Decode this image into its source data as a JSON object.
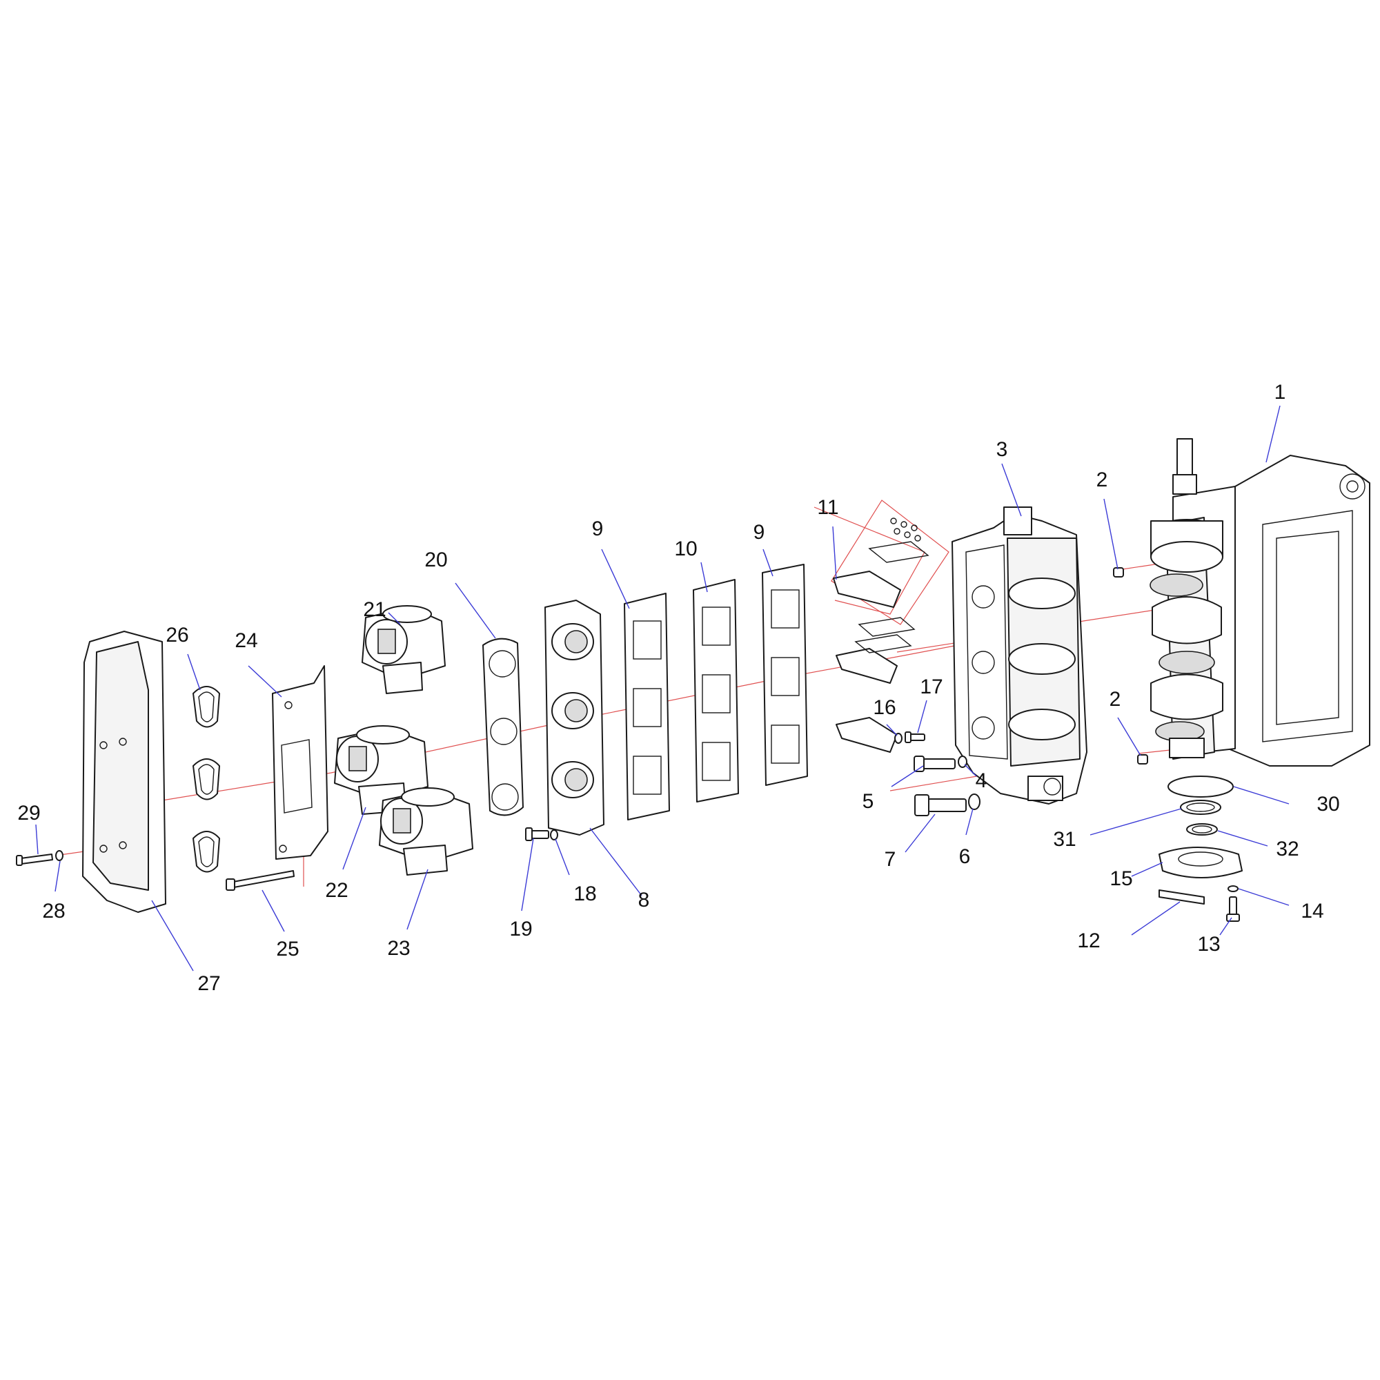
{
  "callouts": [
    {
      "id": "c1",
      "label": "1"
    },
    {
      "id": "c2a",
      "label": "2"
    },
    {
      "id": "c2b",
      "label": "2"
    },
    {
      "id": "c3",
      "label": "3"
    },
    {
      "id": "c4",
      "label": "4"
    },
    {
      "id": "c5",
      "label": "5"
    },
    {
      "id": "c6",
      "label": "6"
    },
    {
      "id": "c7",
      "label": "7"
    },
    {
      "id": "c8",
      "label": "8"
    },
    {
      "id": "c9a",
      "label": "9"
    },
    {
      "id": "c9b",
      "label": "9"
    },
    {
      "id": "c10",
      "label": "10"
    },
    {
      "id": "c11",
      "label": "11"
    },
    {
      "id": "c12",
      "label": "12"
    },
    {
      "id": "c13",
      "label": "13"
    },
    {
      "id": "c14",
      "label": "14"
    },
    {
      "id": "c15",
      "label": "15"
    },
    {
      "id": "c16",
      "label": "16"
    },
    {
      "id": "c17",
      "label": "17"
    },
    {
      "id": "c18",
      "label": "18"
    },
    {
      "id": "c19",
      "label": "19"
    },
    {
      "id": "c20",
      "label": "20"
    },
    {
      "id": "c21",
      "label": "21"
    },
    {
      "id": "c22",
      "label": "22"
    },
    {
      "id": "c23",
      "label": "23"
    },
    {
      "id": "c24",
      "label": "24"
    },
    {
      "id": "c25",
      "label": "25"
    },
    {
      "id": "c26",
      "label": "26"
    },
    {
      "id": "c27",
      "label": "27"
    },
    {
      "id": "c28",
      "label": "28"
    },
    {
      "id": "c29",
      "label": "29"
    },
    {
      "id": "c30",
      "label": "30"
    },
    {
      "id": "c31",
      "label": "31"
    },
    {
      "id": "c32",
      "label": "32"
    }
  ],
  "colors": {
    "callout_line": "#3b3bd6",
    "axis_line": "#e05050",
    "part_stroke": "#1a1a1a"
  }
}
